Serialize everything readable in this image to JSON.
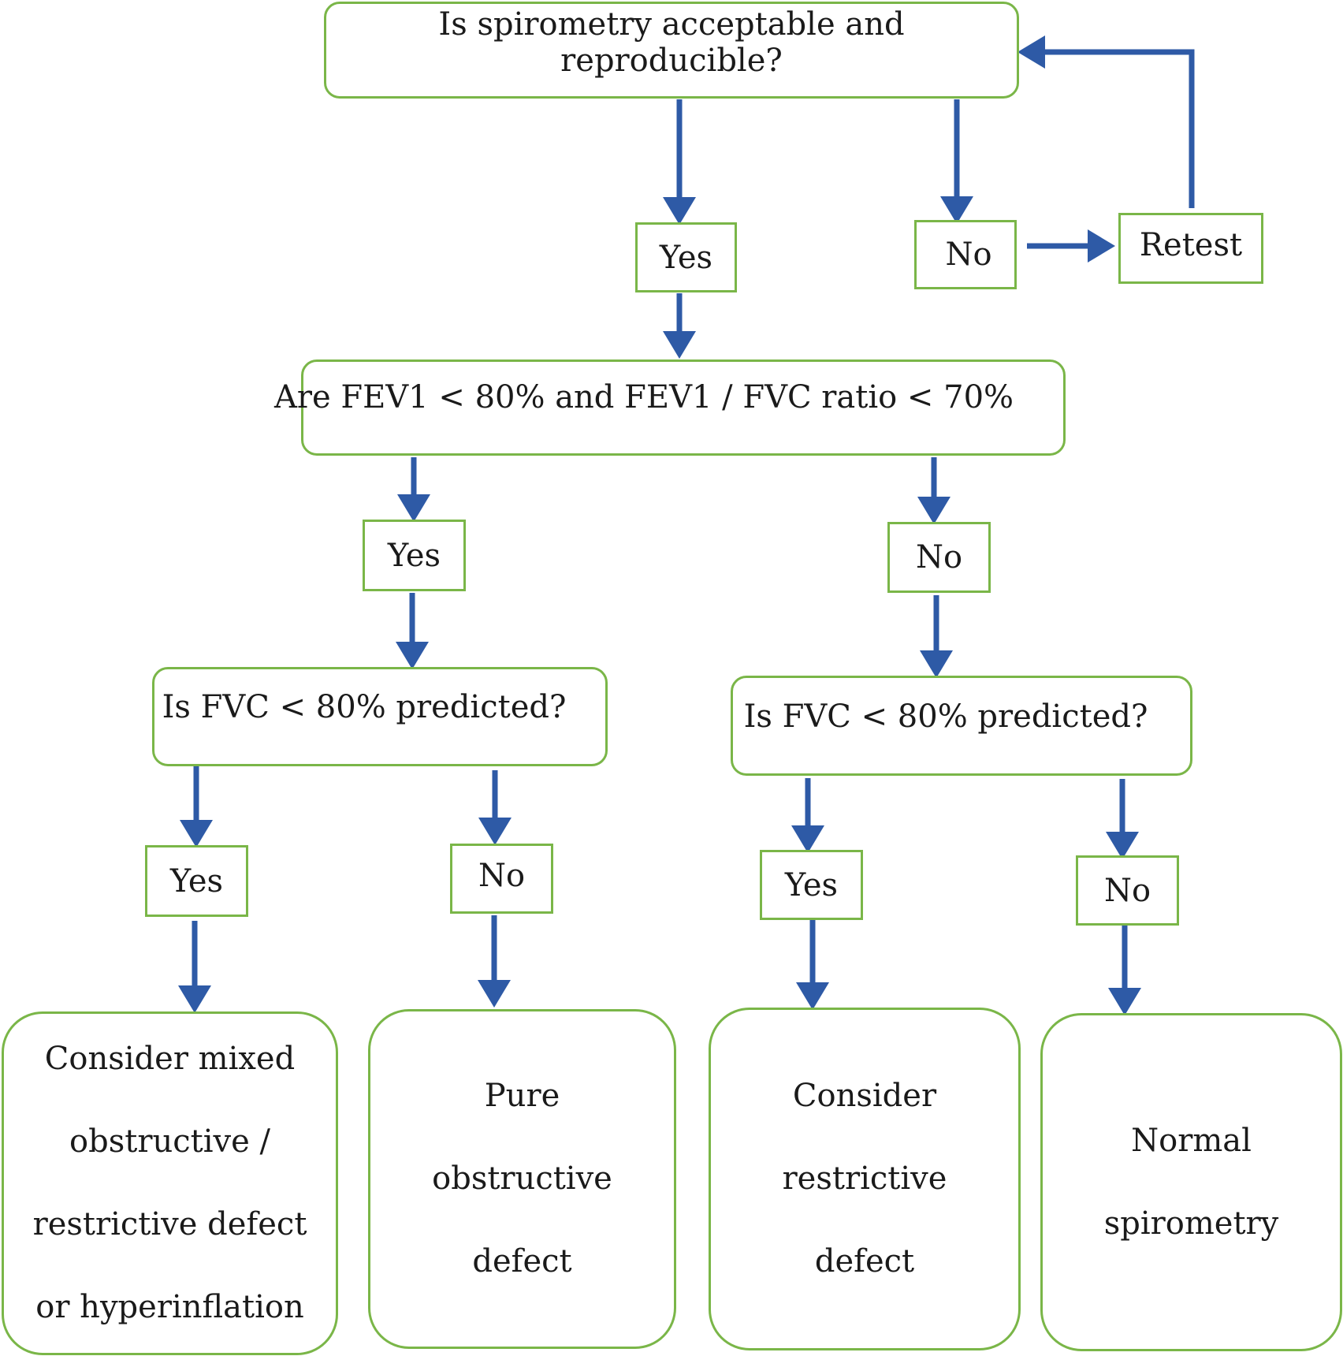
{
  "colors": {
    "border": "#7ab648",
    "arrow": "#2e5aa6",
    "text": "#1a1a1a"
  },
  "nodes": {
    "q1": "Is spirometry acceptable and reproducible?",
    "q1_yes": "Yes",
    "q1_no": "No",
    "retest": "Retest",
    "q2": "Are FEV1 < 80% and FEV1 / FVC ratio < 70%",
    "q2_yes": "Yes",
    "q2_no": "No",
    "q3_left": "Is FVC < 80% predicted?",
    "q3_right": "Is FVC < 80% predicted?",
    "q3l_yes": "Yes",
    "q3l_no": "No",
    "q3r_yes": "Yes",
    "q3r_no": "No"
  },
  "outcomes": {
    "mixed": [
      "Consider mixed",
      "obstructive /",
      "restrictive defect",
      "or hyperinflation"
    ],
    "pure": [
      "Pure",
      "obstructive",
      "defect"
    ],
    "restrictive": [
      "Consider",
      "restrictive",
      "defect"
    ],
    "normal": [
      "Normal",
      "spirometry"
    ]
  }
}
